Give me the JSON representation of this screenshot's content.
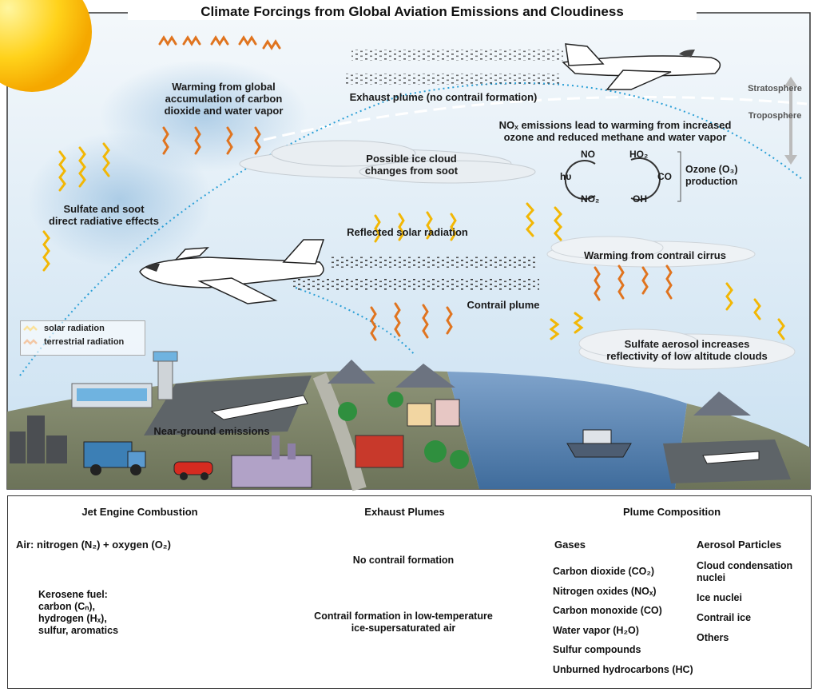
{
  "title": "Climate Forcings from Global Aviation Emissions and Cloudiness",
  "top_labels": {
    "warming_global_1": "Warming from global",
    "warming_global_2": "accumulation of carbon",
    "warming_global_3": "dioxide and water vapor",
    "exhaust_plume": "Exhaust plume (no contrail formation)",
    "stratosphere": "Stratosphere",
    "troposphere": "Troposphere",
    "nox_1": "NOₓ emissions lead to warming from increased",
    "nox_2": "ozone and reduced methane and water vapor",
    "ice_cloud_1": "Possible ice cloud",
    "ice_cloud_2": "changes from soot",
    "sulfate_soot_1": "Sulfate and soot",
    "sulfate_soot_2": "direct radiative effects",
    "reflected": "Reflected solar radiation",
    "contrail_cirrus": "Warming from contrail cirrus",
    "contrail_plume": "Contrail plume",
    "sulfate_aerosol_1": "Sulfate aerosol increases",
    "sulfate_aerosol_2": "reflectivity of low altitude clouds",
    "near_ground": "Near-ground emissions",
    "ozone_1": "Ozone (O₃)",
    "ozone_2": "production",
    "no": "NO",
    "no2": "NO₂",
    "ho2": "HO₂",
    "oh": "OH",
    "co": "CO",
    "hv": "hυ"
  },
  "legend": {
    "solar": "solar radiation",
    "terrestrial": "terrestrial radiation"
  },
  "bottom": {
    "headers": {
      "jet": "Jet Engine Combustion",
      "exhaust": "Exhaust Plumes",
      "composition": "Plume Composition"
    },
    "air": "Air: nitrogen (N₂) + oxygen (O₂)",
    "kerosene": [
      "Kerosene fuel:",
      "carbon (Cₙ),",
      "hydrogen (Hₓ),",
      "sulfur, aromatics"
    ],
    "no_contrail": "No contrail formation",
    "contrail_1": "Contrail formation in low-temperature",
    "contrail_2": "ice-supersaturated air",
    "gases_header": "Gases",
    "gases": [
      "Carbon dioxide (CO₂)",
      "Nitrogen oxides (NOₓ)",
      "Carbon monoxide (CO)",
      "Water vapor (H₂O)",
      "Sulfur compounds",
      "Unburned hydrocarbons (HC)"
    ],
    "aerosol_header": "Aerosol Particles",
    "aerosols": [
      "Cloud condensation",
      "nuclei",
      "Ice nuclei",
      "Contrail ice",
      "Others"
    ]
  },
  "colors": {
    "sky_top": "#e8f1f8",
    "sky_bottom": "#cfe3f2",
    "solar": "#f2b705",
    "terrestrial": "#e0741f",
    "dotted_path": "#2a9fd6",
    "water": "#5d86b5",
    "land": "#9aa088"
  }
}
